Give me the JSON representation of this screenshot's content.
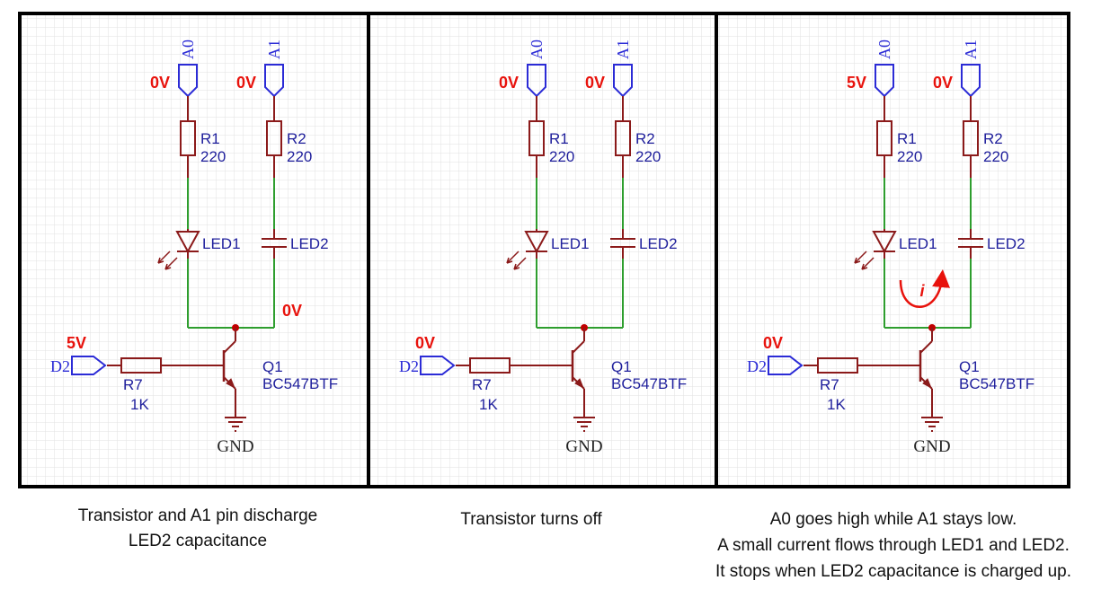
{
  "panels": [
    {
      "volts": {
        "a0": "0V",
        "a1": "0V",
        "node": "0V",
        "d2": "5V"
      },
      "caption": [
        "Transistor and A1 pin discharge",
        "LED2 capacitance"
      ],
      "show_current": false
    },
    {
      "volts": {
        "a0": "0V",
        "a1": "0V",
        "node": "",
        "d2": "0V"
      },
      "caption": [
        "Transistor turns off"
      ],
      "show_current": false
    },
    {
      "volts": {
        "a0": "5V",
        "a1": "0V",
        "node": "",
        "d2": "0V"
      },
      "caption": [
        "A0 goes high while A1 stays low.",
        "A small current flows through LED1 and LED2.",
        "It stops when LED2 capacitance is charged up."
      ],
      "show_current": true,
      "current_label": "i"
    }
  ],
  "labels": {
    "a0": "A0",
    "a1": "A1",
    "r1": "R1",
    "r1_val": "220",
    "r2": "R2",
    "r2_val": "220",
    "led1": "LED1",
    "led2": "LED2",
    "q1": "Q1",
    "q1_part": "BC547BTF",
    "r7": "R7",
    "r7_val": "1K",
    "d2": "D2",
    "gnd": "GND"
  },
  "colors": {
    "wire_red": "#8b1a1a",
    "wire_green": "#2e9e2e",
    "pin_blue": "#2b2bd6",
    "label_blue": "#1f1f9c",
    "voltage_red": "#e8120c",
    "grid": "#e2e2e2",
    "border": "#000000"
  }
}
